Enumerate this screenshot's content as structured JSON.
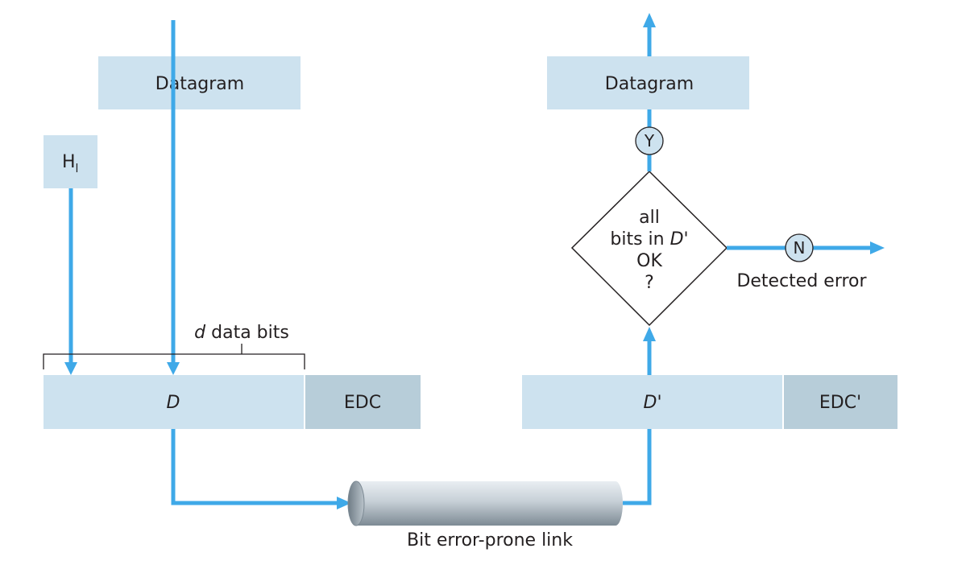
{
  "sender": {
    "datagram_label": "Datagram",
    "header_label": "H",
    "header_subscript": "l",
    "data_block_label": "D",
    "edc_block_label": "EDC",
    "brace_label_var": "d",
    "brace_label_text": " data bits"
  },
  "receiver": {
    "datagram_label": "Datagram",
    "data_block_label": "D'",
    "edc_block_label": "EDC'",
    "yes_label": "Y",
    "no_label": "N",
    "decision": {
      "line1": "all",
      "line2_prefix": "bits in ",
      "line2_var": "D'",
      "line3": "OK",
      "line4": "?"
    },
    "error_label": "Detected error"
  },
  "link": {
    "label": "Bit error-prone link"
  },
  "colors": {
    "arrow": "#3fa9e8",
    "light_box": "#cde2ef",
    "edc_box": "#b7cdd9",
    "text": "#231f20"
  }
}
